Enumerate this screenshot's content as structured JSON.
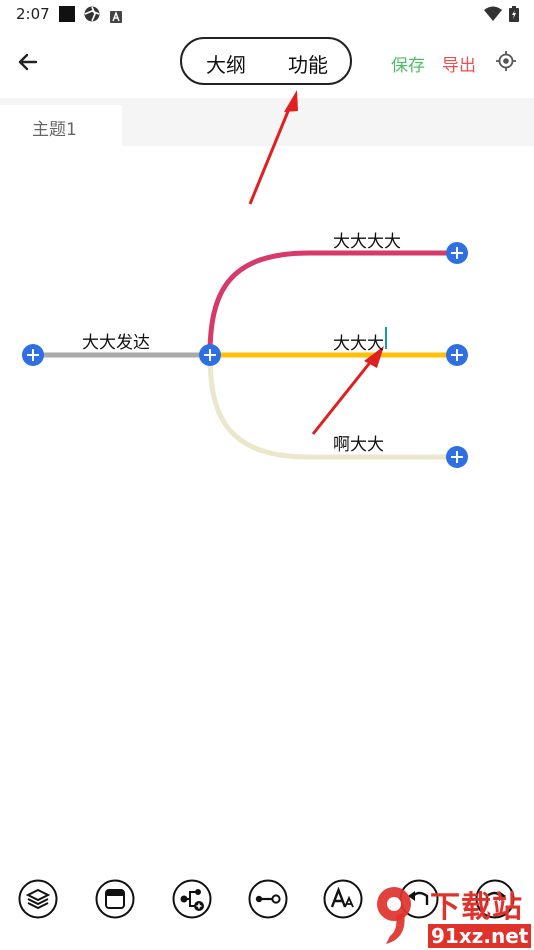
{
  "status_bar": {
    "time": "2:07",
    "icons": [
      "square-notification-icon",
      "aperture-icon",
      "a-badge-icon",
      "wifi-icon",
      "battery-icon"
    ]
  },
  "toolbar": {
    "back_icon": "arrow-left-icon",
    "segments": [
      "大纲",
      "功能"
    ],
    "save_label": "保存",
    "export_label": "导出",
    "locate_icon": "target-icon",
    "colors": {
      "save": "#4cbf63",
      "export": "#ee4f4f"
    }
  },
  "tabs": [
    {
      "label": "主题1",
      "active": true
    }
  ],
  "mindmap": {
    "root": {
      "label": "大大发达",
      "line_color": "#aaaaaa"
    },
    "children": [
      {
        "label": "大大大大",
        "line_color": "#d6396a"
      },
      {
        "label": "大大大",
        "line_color": "#ffc107",
        "editing": true
      },
      {
        "label": "啊大大",
        "line_color": "#ece6cc"
      }
    ],
    "add_button_color": "#2f6fe4"
  },
  "bottom_tools": [
    {
      "name": "layers-tool",
      "icon": "layers-icon"
    },
    {
      "name": "layout-tool",
      "icon": "window-icon"
    },
    {
      "name": "add-node-tool",
      "icon": "node-add-icon"
    },
    {
      "name": "connect-tool",
      "icon": "connector-icon"
    },
    {
      "name": "font-tool",
      "icon": "font-size-icon"
    },
    {
      "name": "undo-tool",
      "icon": "undo-icon"
    },
    {
      "name": "redo-tool",
      "icon": "redo-icon"
    }
  ],
  "watermark": {
    "site": "91xz.net",
    "label": "下载站"
  }
}
